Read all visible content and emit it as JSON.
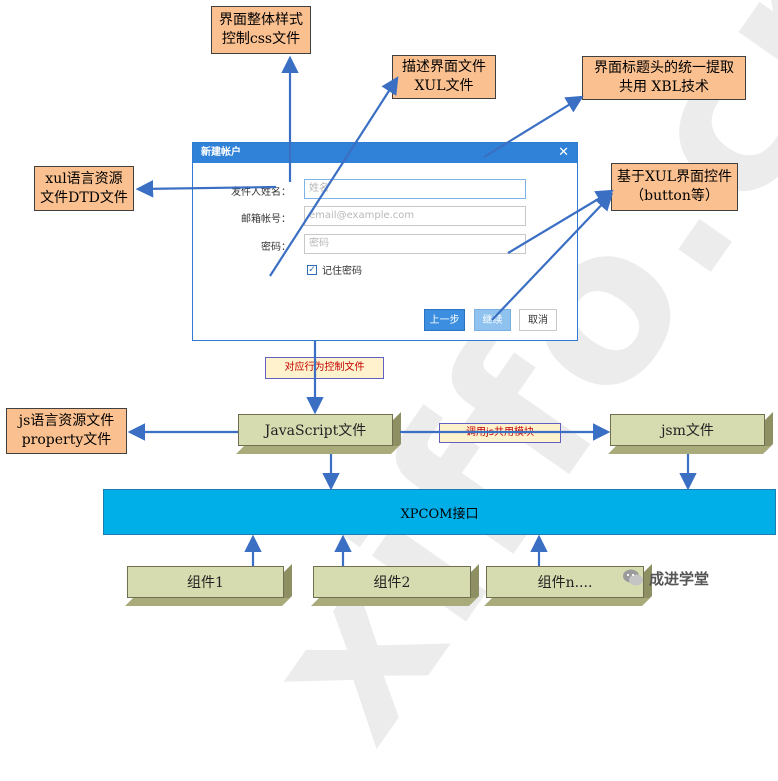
{
  "watermark": "xiffo.cn",
  "dialog": {
    "title": "新建帐户",
    "close": "✕",
    "fields": [
      {
        "label": "发件人姓名：",
        "placeholder": "姓名"
      },
      {
        "label": "邮箱帐号：",
        "placeholder": "email@example.com"
      },
      {
        "label": "密码：",
        "placeholder": "密码"
      }
    ],
    "remember": "记住密码",
    "buttons": {
      "prev": "上一步",
      "next": "继续",
      "cancel": "取消"
    }
  },
  "notes": {
    "css": [
      "界面整体样式",
      "控制css文件"
    ],
    "xul": [
      "描述界面文件",
      "XUL文件"
    ],
    "xbl": [
      "界面标题头的统一提取",
      "共用 XBL技术"
    ],
    "dtd": [
      "xul语言资源",
      "文件DTD文件"
    ],
    "widgets": [
      "基于XUL界面控件",
      "（button等）"
    ],
    "property": [
      "js语言资源文件",
      "property文件"
    ]
  },
  "labels": {
    "behavior": "对应行为控制文件",
    "jsm_module": "调用js共用模块"
  },
  "blocks": {
    "javascript": "JavaScript文件",
    "jsm": "jsm文件",
    "xpcom": "XPCOM接口",
    "component1": "组件1",
    "component2": "组件2",
    "componentn": "组件n...."
  },
  "brand": "成进学堂",
  "colors": {
    "arrow": "#3a6fc4",
    "note_fill": "#fac090",
    "xpcom": "#00aee8",
    "block": "#d7dcb0"
  }
}
